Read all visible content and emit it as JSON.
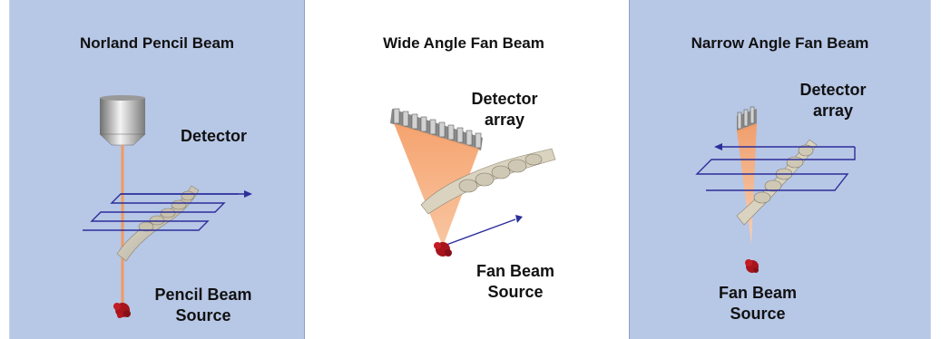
{
  "panels": [
    {
      "title": "Norland Pencil Beam",
      "labels": {
        "detector": "Detector",
        "source_line1": "Pencil Beam",
        "source_line2": "Source"
      }
    },
    {
      "title": "Wide Angle Fan Beam",
      "labels": {
        "detector_line1": "Detector",
        "detector_line2": "array",
        "source_line1": "Fan Beam",
        "source_line2": "Source"
      }
    },
    {
      "title": "Narrow Angle Fan Beam",
      "labels": {
        "detector_line1": "Detector",
        "detector_line2": "array",
        "source_line1": "Fan Beam",
        "source_line2": "Source"
      }
    }
  ],
  "colors": {
    "panel_bg": "#b7c7e6",
    "scan_path": "#2b2f9a",
    "beam": "#f2a070",
    "source": "#a8141c",
    "bone": "#dcd6c4"
  }
}
